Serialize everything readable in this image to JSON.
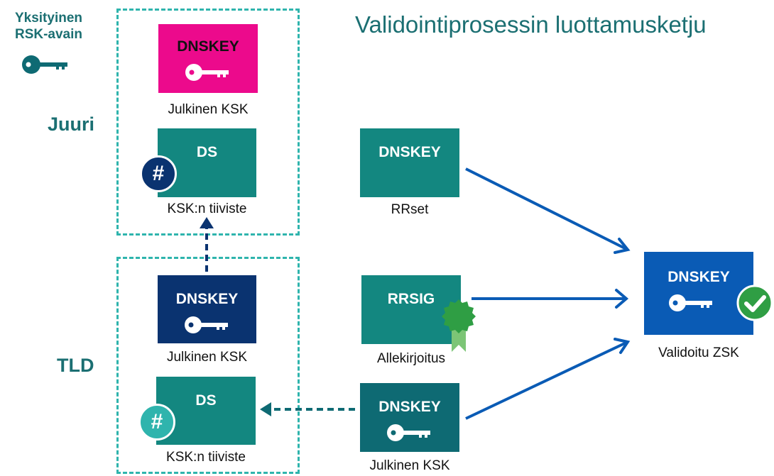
{
  "title": "Validointiprosessin luottamusketju",
  "private_key": {
    "label_line1": "Yksityinen",
    "label_line2": "RSK-avain",
    "icon": "key-icon"
  },
  "levels": {
    "root": "Juuri",
    "tld": "TLD"
  },
  "root": {
    "dnskey": {
      "label": "DNSKEY",
      "caption": "Julkinen KSK",
      "icon": "key-icon"
    },
    "ds": {
      "label": "DS",
      "caption": "KSK:n tiiviste",
      "badge": "#"
    }
  },
  "tld": {
    "dnskey": {
      "label": "DNSKEY",
      "caption": "Julkinen KSK",
      "icon": "key-icon"
    },
    "ds": {
      "label": "DS",
      "caption": "KSK:n tiiviste",
      "badge": "#"
    }
  },
  "middle": {
    "rrset": {
      "label": "DNSKEY",
      "caption": "RRset"
    },
    "rrsig": {
      "label": "RRSIG",
      "caption": "Allekirjoitus",
      "icon": "seal-ribbon-icon"
    },
    "ksk": {
      "label": "DNSKEY",
      "caption": "Julkinen KSK",
      "icon": "key-icon"
    }
  },
  "result": {
    "label": "DNSKEY",
    "caption": "Validoitu ZSK",
    "icons": [
      "key-icon",
      "check-icon"
    ]
  },
  "colors": {
    "teal": "#138780",
    "teal_dark": "#0e6a73",
    "magenta": "#ec0a8c",
    "navy": "#0a3370",
    "blue": "#0a5bb5",
    "dashed": "#2fb4ad",
    "green": "#2f9e44",
    "title": "#1b6f72"
  }
}
